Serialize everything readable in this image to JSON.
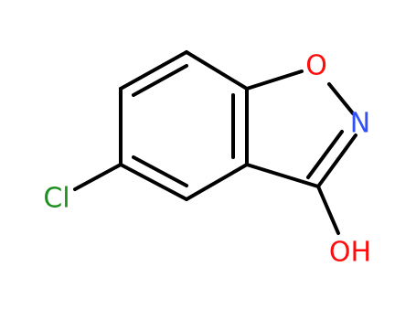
{
  "molecule": {
    "atoms": {
      "o1": {
        "symbol": "O"
      },
      "n2": {
        "symbol": "N"
      },
      "cl": {
        "symbol": "Cl"
      },
      "oh": {
        "symbol": "OH"
      }
    },
    "colors": {
      "bond": "#000000",
      "oxygen": "#ff0d0d",
      "nitrogen": "#3050f8",
      "chlorine": "#1f8f1f"
    }
  }
}
